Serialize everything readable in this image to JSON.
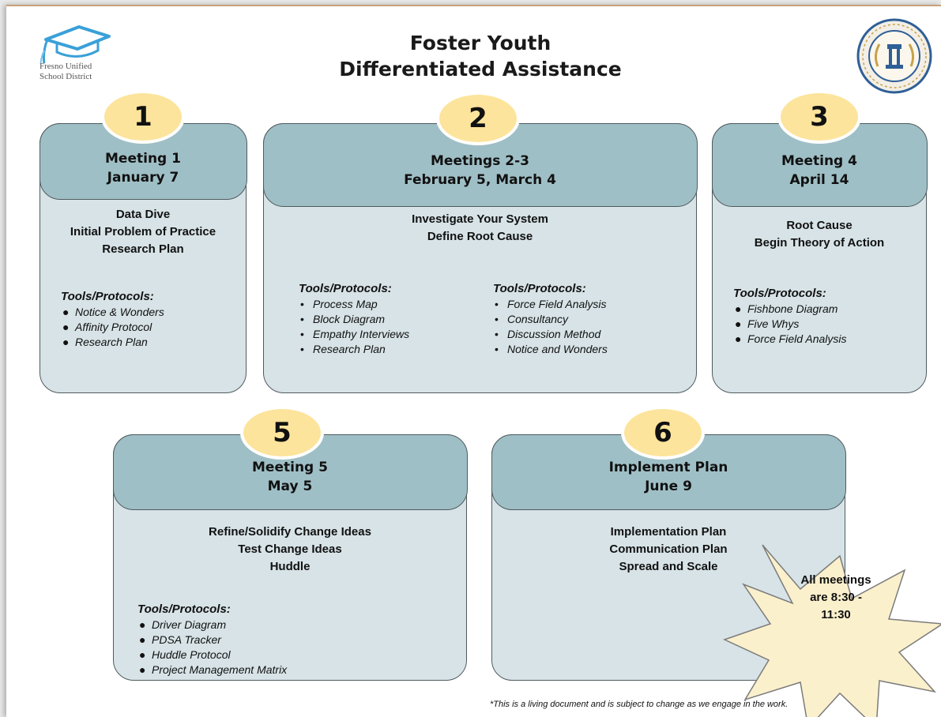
{
  "header": {
    "title_line1": "Foster Youth",
    "title_line2": "Differentiated Assistance",
    "left_logo_line1": "Fresno Unified",
    "left_logo_line2": "School District",
    "right_logo_icon": "county-seal-icon"
  },
  "cards": [
    {
      "number": "1",
      "heading1": "Meeting 1",
      "heading2": "January 7",
      "body": [
        "Data Dive",
        "Initial Problem of Practice",
        "Research Plan"
      ],
      "tools_label": "Tools/Protocols:",
      "tools": [
        "Notice & Wonders",
        "Affinity Protocol",
        "Research Plan"
      ]
    },
    {
      "number": "2",
      "heading1": "Meetings 2-3",
      "heading2": "February 5, March 4",
      "body": [
        "Investigate Your System",
        "Define Root Cause"
      ],
      "tools_label": "Tools/Protocols:",
      "tools": [
        "Process Map",
        "Block Diagram",
        "Empathy Interviews",
        "Research Plan"
      ],
      "tools_label_b": "Tools/Protocols:",
      "tools_b": [
        "Force Field Analysis",
        "Consultancy",
        "Discussion Method",
        "Notice and Wonders"
      ]
    },
    {
      "number": "3",
      "heading1": "Meeting 4",
      "heading2": "April 14",
      "body": [
        "Root Cause",
        "Begin Theory of Action"
      ],
      "tools_label": "Tools/Protocols:",
      "tools": [
        "Fishbone Diagram",
        "Five Whys",
        "Force Field Analysis"
      ]
    },
    {
      "number": "5",
      "heading1": "Meeting 5",
      "heading2": "May 5",
      "body": [
        "Refine/Solidify Change Ideas",
        "Test Change Ideas",
        "Huddle"
      ],
      "tools_label": "Tools/Protocols:",
      "tools": [
        "Driver Diagram",
        "PDSA Tracker",
        "Huddle Protocol",
        "Project Management Matrix"
      ]
    },
    {
      "number": "6",
      "heading1": "Implement Plan",
      "heading2": "June 9",
      "body": [
        "Implementation Plan",
        "Communication Plan",
        "Spread and Scale"
      ]
    }
  ],
  "callout": {
    "line1": "All meetings",
    "line2": "are 8:30 -",
    "line3": "11:30",
    "color": "#fbf0cc"
  },
  "footnote": "*This is a living document and is subject to change as we engage in the work."
}
